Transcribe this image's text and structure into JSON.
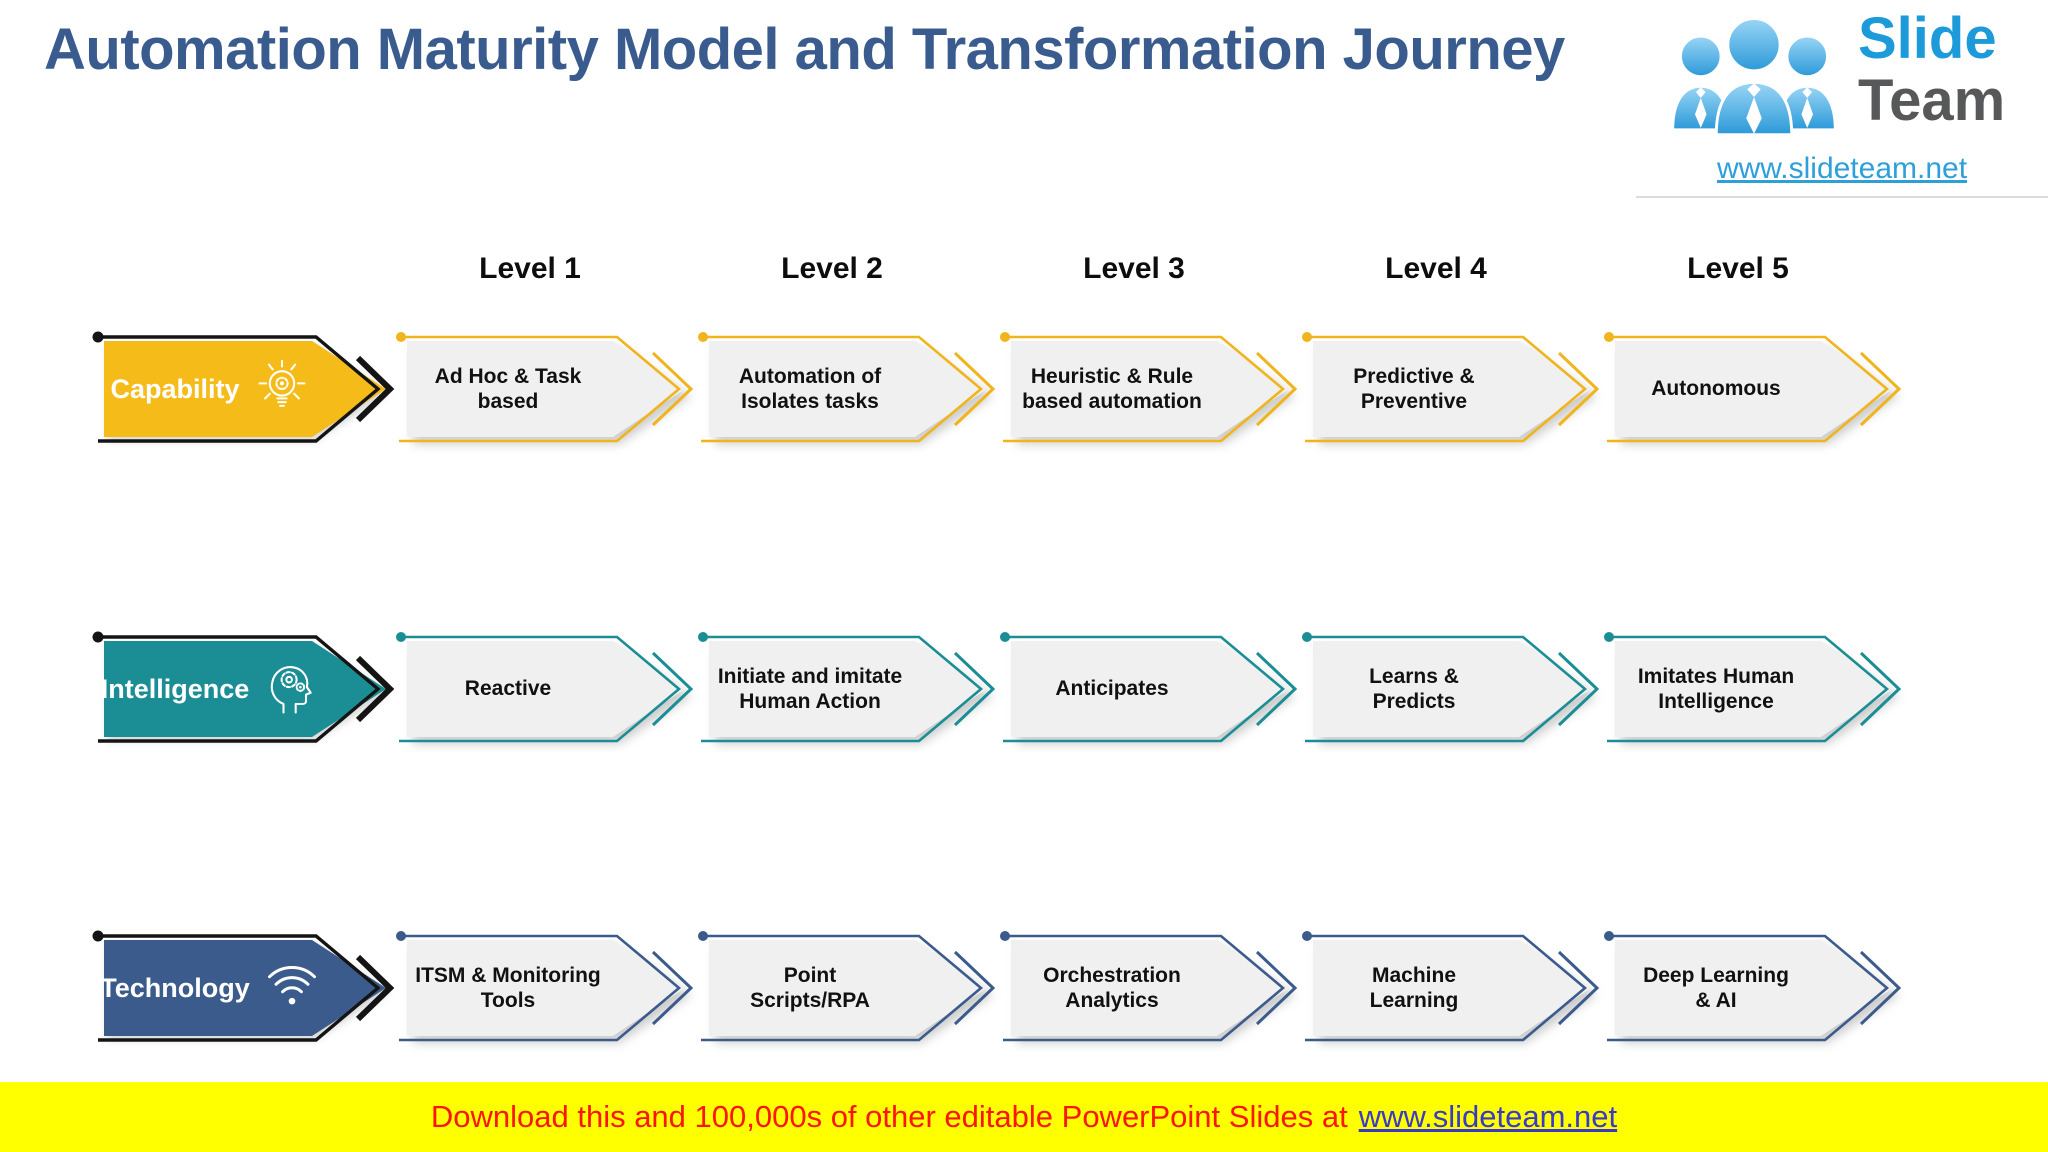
{
  "title": "Automation Maturity Model and Transformation Journey",
  "logo": {
    "brand_top": "Slide",
    "brand_bottom": "Team",
    "url": "www.slideteam.net"
  },
  "levels": [
    "Level 1",
    "Level 2",
    "Level 3",
    "Level 4",
    "Level 5"
  ],
  "rows": [
    {
      "label": "Capability",
      "icon": "lightbulb-gear-icon",
      "color": "#F5BB18",
      "items": [
        "Ad Hoc & Task\nbased",
        "Automation of\nIsolates tasks",
        "Heuristic & Rule\nbased automation",
        "Predictive &\nPreventive",
        "Autonomous"
      ]
    },
    {
      "label": "Intelligence",
      "icon": "head-gears-icon",
      "color": "#1B8E95",
      "items": [
        "Reactive",
        "Initiate and imitate\nHuman Action",
        "Anticipates",
        "Learns &\nPredicts",
        "Imitates Human\nIntelligence"
      ]
    },
    {
      "label": "Technology",
      "icon": "wifi-icon",
      "color": "#3B5B8C",
      "items": [
        "ITSM & Monitoring\nTools",
        "Point\nScripts/RPA",
        "Orchestration\nAnalytics",
        "Machine\nLearning",
        "Deep Learning\n& AI"
      ]
    }
  ],
  "footer": {
    "text": "Download this and 100,000s of other editable PowerPoint Slides at",
    "link": "www.slideteam.net"
  },
  "colors": {
    "title": "#3A5B8E",
    "capability": "#F5BB18",
    "intelligence": "#1B8E95",
    "technology": "#3B5B8C",
    "item_fill": "#F0F0F1",
    "banner_bg": "#FFFF00",
    "banner_text": "#FB1607",
    "banner_link": "#3A3AC8",
    "logo_blue": "#1C9AD9",
    "logo_gray": "#57585A"
  }
}
